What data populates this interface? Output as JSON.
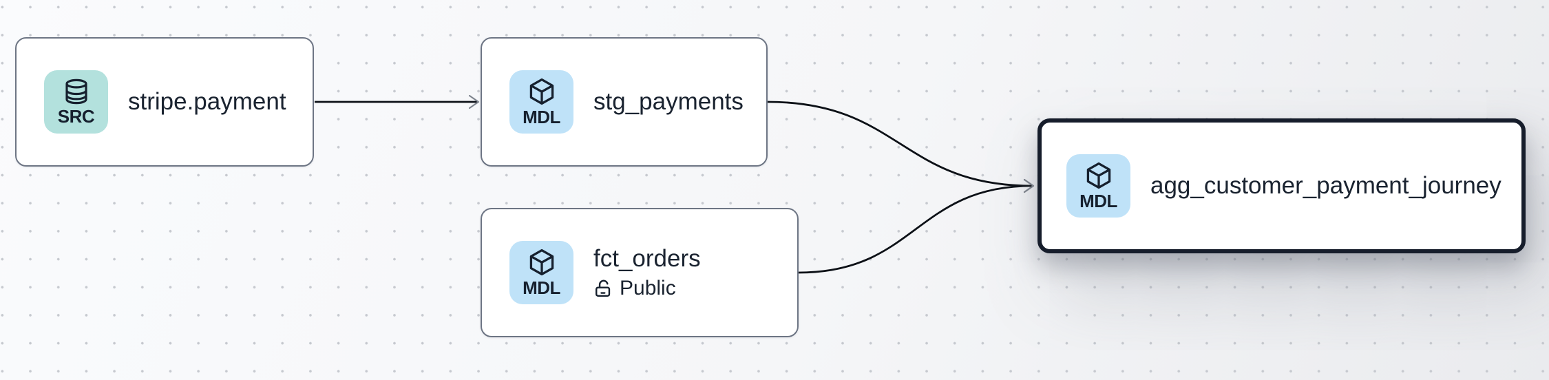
{
  "canvas": {
    "type": "lineage-graph",
    "grid": "dotted"
  },
  "nodes": [
    {
      "id": "stripe.payment",
      "label": "stripe.payment",
      "badge": {
        "label": "SRC",
        "icon": "database-icon"
      },
      "kind": "source",
      "selected": false
    },
    {
      "id": "stg_payments",
      "label": "stg_payments",
      "badge": {
        "label": "MDL",
        "icon": "cube-icon"
      },
      "kind": "model",
      "selected": false
    },
    {
      "id": "fct_orders",
      "label": "fct_orders",
      "badge": {
        "label": "MDL",
        "icon": "cube-icon"
      },
      "subtitle": {
        "icon": "lock-open-icon",
        "label": "Public"
      },
      "kind": "model",
      "selected": false
    },
    {
      "id": "agg_customer_payment_journey",
      "label": "agg_customer_payment_journey",
      "badge": {
        "label": "MDL",
        "icon": "cube-icon"
      },
      "kind": "model",
      "selected": true
    }
  ],
  "edges": [
    {
      "from": "stripe.payment",
      "to": "stg_payments"
    },
    {
      "from": "stg_payments",
      "to": "agg_customer_payment_journey"
    },
    {
      "from": "fct_orders",
      "to": "agg_customer_payment_journey"
    }
  ],
  "colors": {
    "canvas_bg": "#f5f6f8",
    "dot": "#c6c9cf",
    "node_bg": "#ffffff",
    "node_border": "#6d7584",
    "selected_border": "#161d2b",
    "title_text": "#1a2330",
    "edge": "#0d1117",
    "arrowhead": "#80868f",
    "src_badge": "#b3e1dd",
    "mdl_badge": "#bfe2f8",
    "icon_ink": "#16202e"
  }
}
